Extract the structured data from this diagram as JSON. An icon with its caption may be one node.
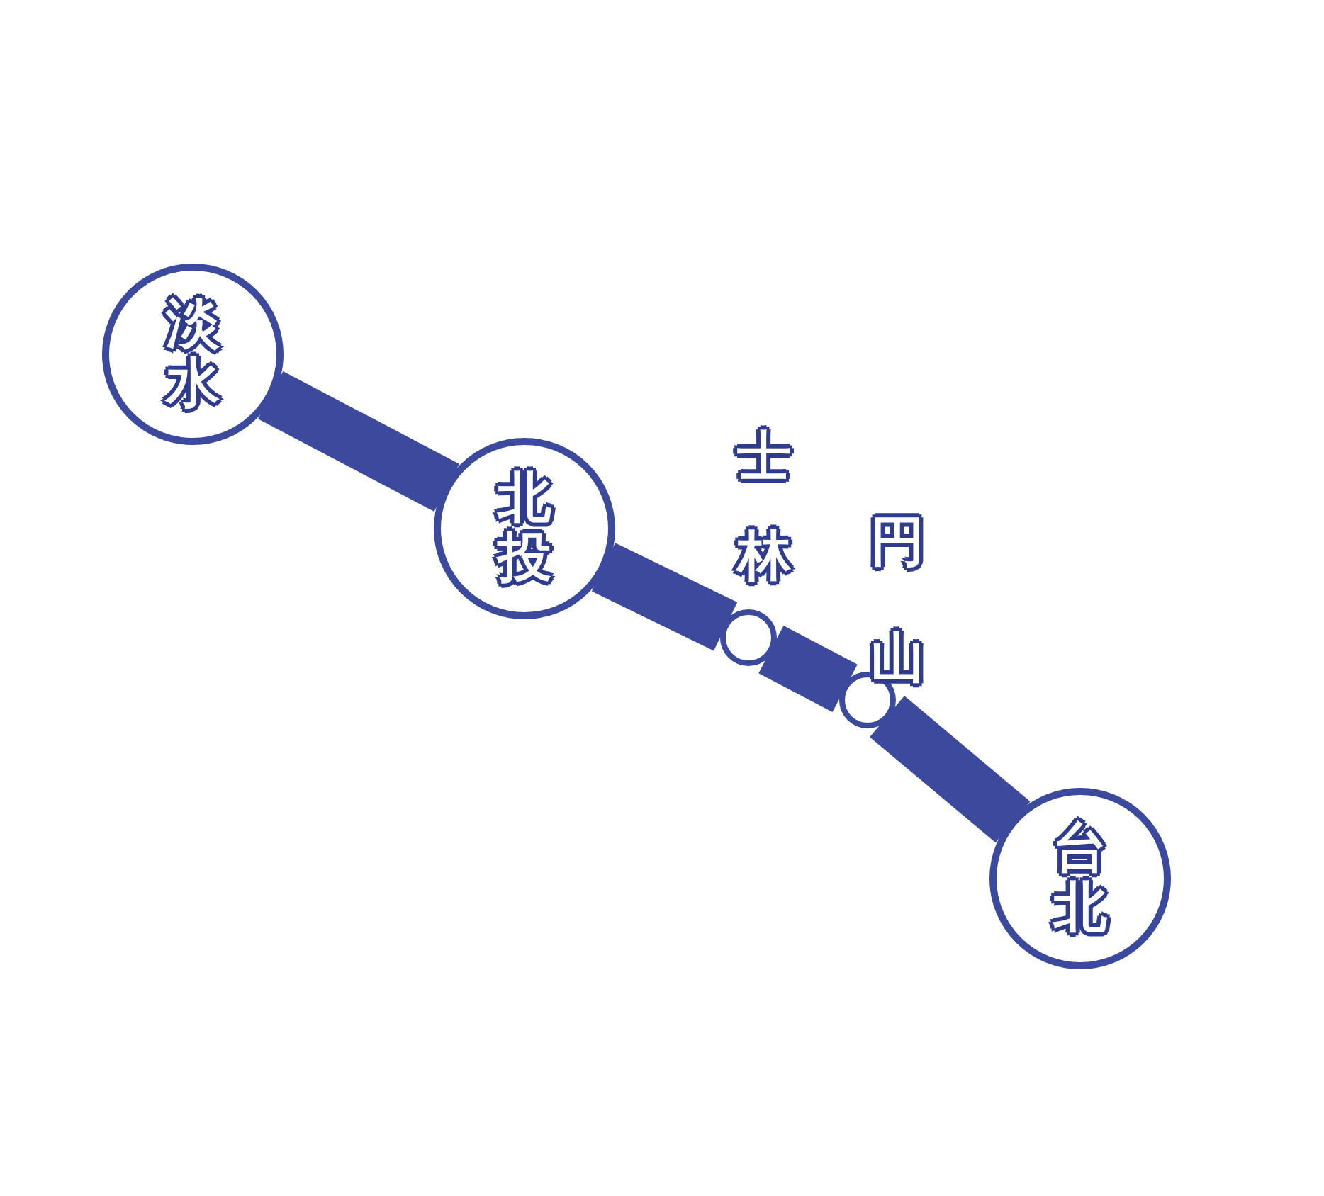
{
  "diagram": {
    "nodes": [
      {
        "text": [
          "淡水"
        ]
      },
      {
        "text": [
          "北投"
        ]
      },
      {
        "text": [],
        "shape": "circle",
        "beside": [
          "士林"
        ]
      },
      {
        "text": [],
        "shape": "circle",
        "beside": [
          "円山"
        ]
      },
      {
        "text": [
          "台北"
        ]
      }
    ],
    "edges": [
      {
        "from": 0,
        "to": 1,
        "arrow": "none"
      },
      {
        "from": 1,
        "to": 2,
        "arrow": "none"
      },
      {
        "from": 2,
        "to": 3,
        "arrow": "none"
      },
      {
        "from": 3,
        "to": 4,
        "arrow": "none"
      }
    ]
  }
}
